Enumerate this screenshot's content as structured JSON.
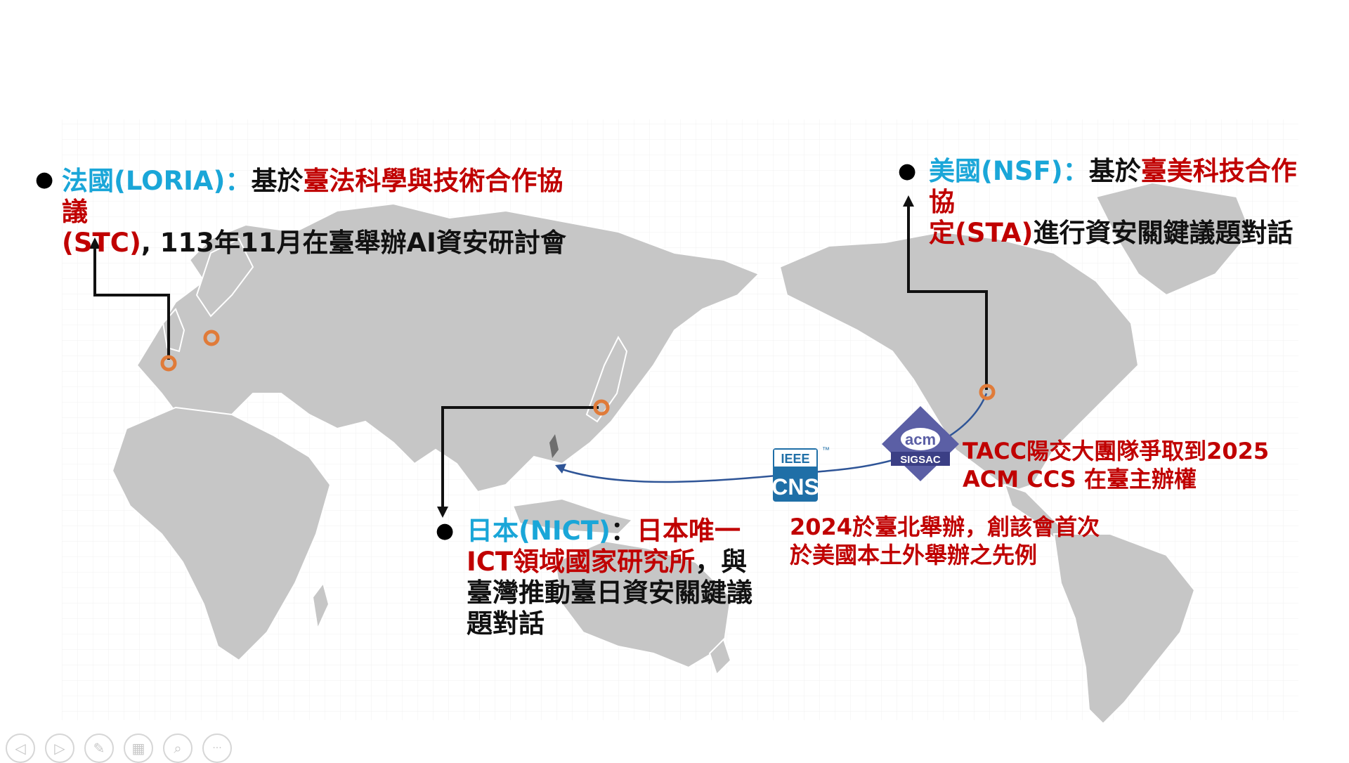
{
  "france": {
    "country": "法國(LORIA)",
    "colon": "：",
    "pre": "基於",
    "agreement": "臺法科學與技術合作協議",
    "abbr": "(STC)",
    "rest": ", 113年11月在臺舉辦AI資安研討會"
  },
  "usa": {
    "country": "美國(NSF)",
    "colon": "：",
    "pre": "基於",
    "agreement_line1": "臺美科技合作協",
    "agreement_line2": "定(STA)",
    "rest": "進行資安關鍵議題對話"
  },
  "japan": {
    "country": "日本(NICT)",
    "colon": "：",
    "highlight_line1": "日本唯一",
    "highlight_line2": "ICT領域國家研究所",
    "rest_line2": "，與",
    "rest_line3": "臺灣推動臺日資安關鍵議",
    "rest_line4": "題對話"
  },
  "acm": {
    "logo_text": "acm",
    "logo_sub": "SIGSAC",
    "line1": "TACC陽交大團隊爭取到2025",
    "line2": "ACM CCS 在臺主辦權"
  },
  "ieee": {
    "logo_top": "IEEE",
    "logo_bottom": "CNS",
    "tm": "™",
    "line1": "2024於臺北舉辦，創該會首次",
    "line2": "於美國本土外舉辦之先例"
  },
  "colors": {
    "blue": "#1aa6d8",
    "red": "#c00000",
    "land": "#c6c6c6",
    "marker": "#e07b39",
    "arrow": "#2f5597"
  },
  "controls": [
    "prev-icon",
    "next-icon",
    "pen-icon",
    "slides-icon",
    "zoom-icon",
    "more-icon"
  ],
  "control_glyphs": [
    "◁",
    "▷",
    "✎",
    "▦",
    "⌕",
    "···"
  ]
}
